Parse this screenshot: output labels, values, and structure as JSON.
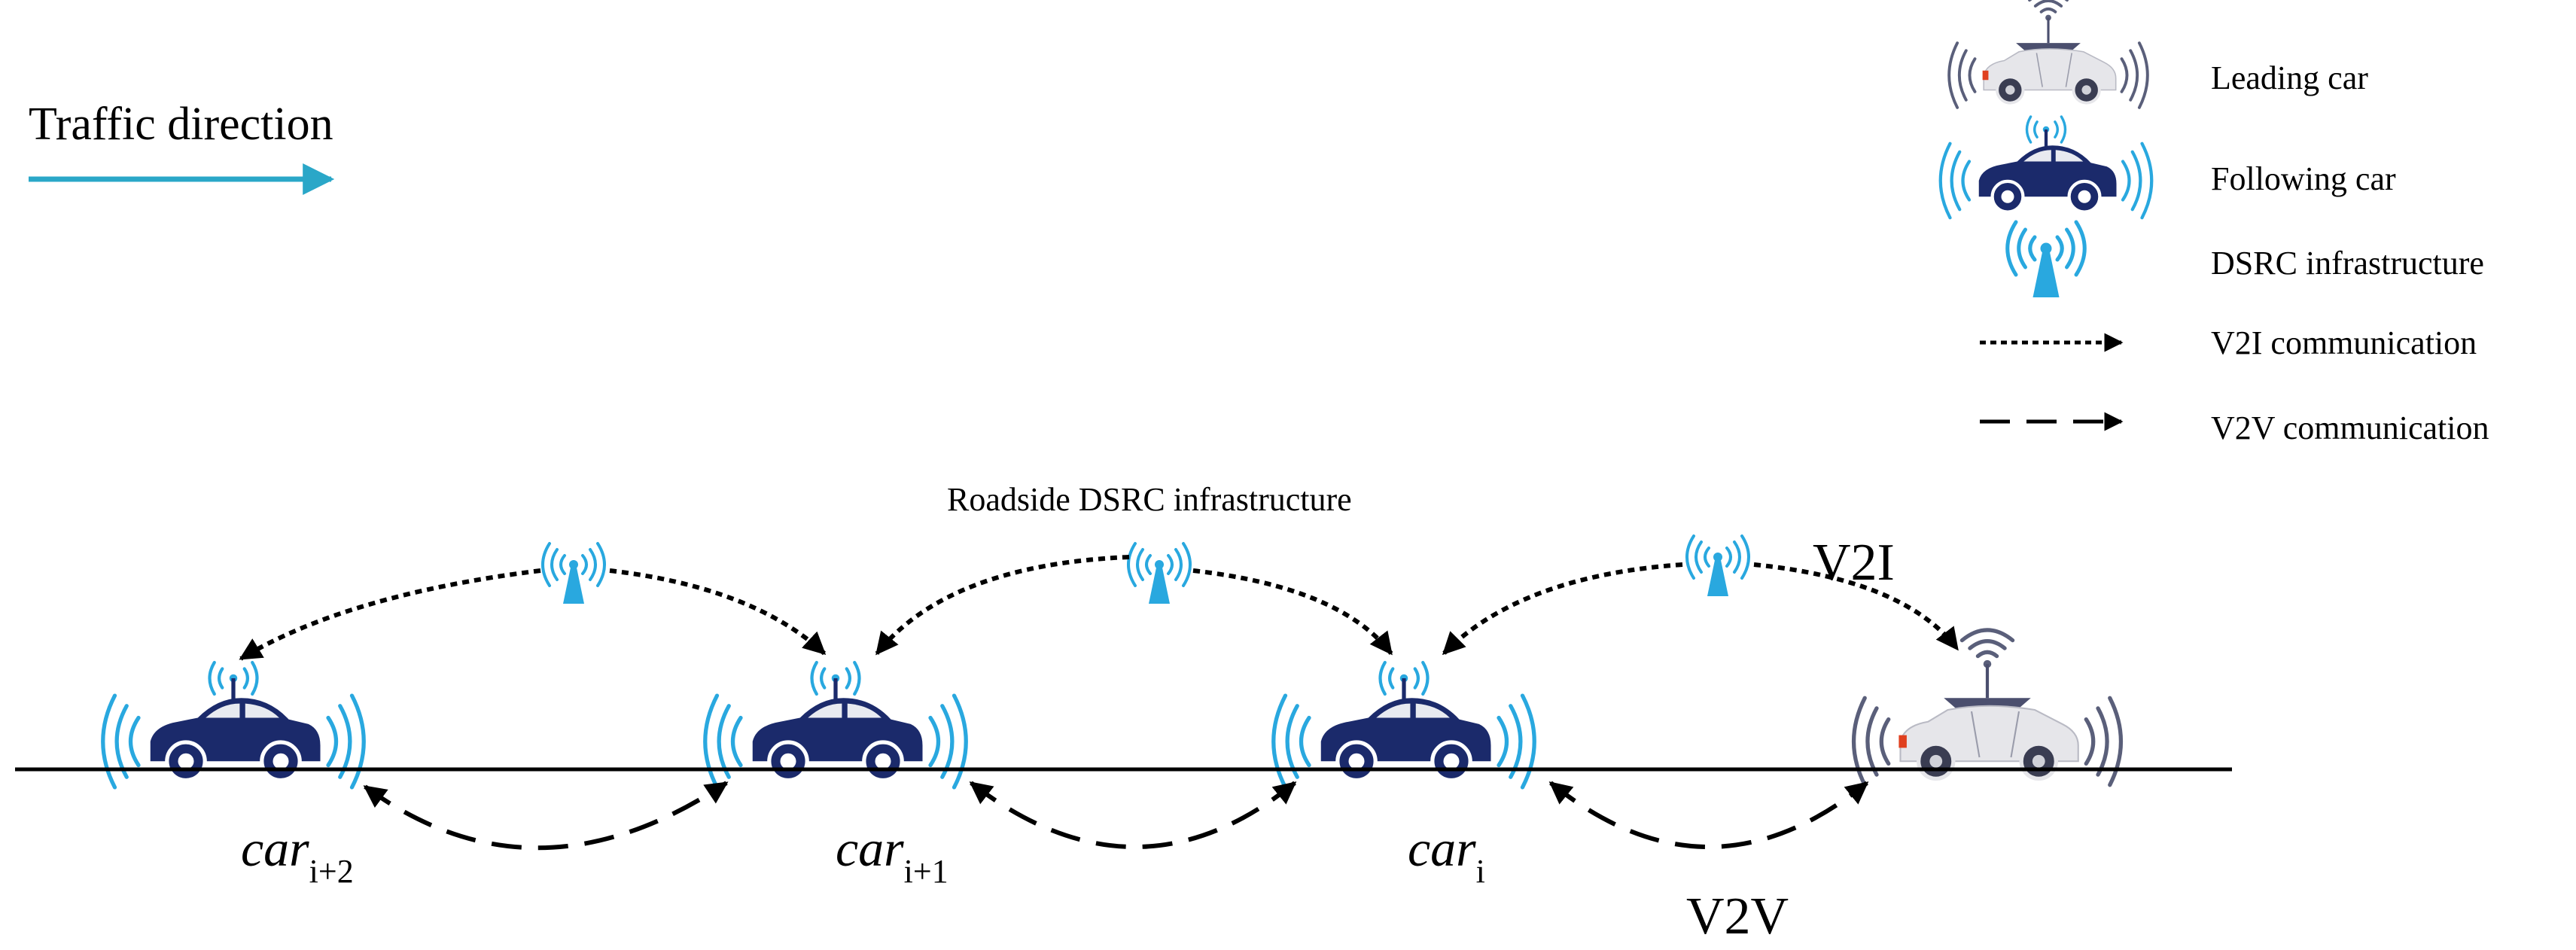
{
  "traffic": {
    "label": "Traffic direction"
  },
  "legend": {
    "leading": "Leading car",
    "following": "Following car",
    "dsrc": "DSRC infrastructure",
    "v2i": "V2I communication",
    "v2v": "V2V communication"
  },
  "roadside_label": "Roadside DSRC infrastructure",
  "v2i_label": "V2I",
  "v2v_label": "V2V",
  "cars": [
    {
      "base": "car",
      "sub": "i+2"
    },
    {
      "base": "car",
      "sub": "i+1"
    },
    {
      "base": "car",
      "sub": "i"
    }
  ],
  "colors": {
    "following_car": "#1b2a6b",
    "leading_car": "#e6e6ea",
    "leading_roof": "#4b4f6e",
    "signal": "#29a8df",
    "signal_leading": "#5a5f7a",
    "arrow_traffic": "#2aa7c8",
    "tail_light": "#e0401f",
    "line": "#000000"
  }
}
